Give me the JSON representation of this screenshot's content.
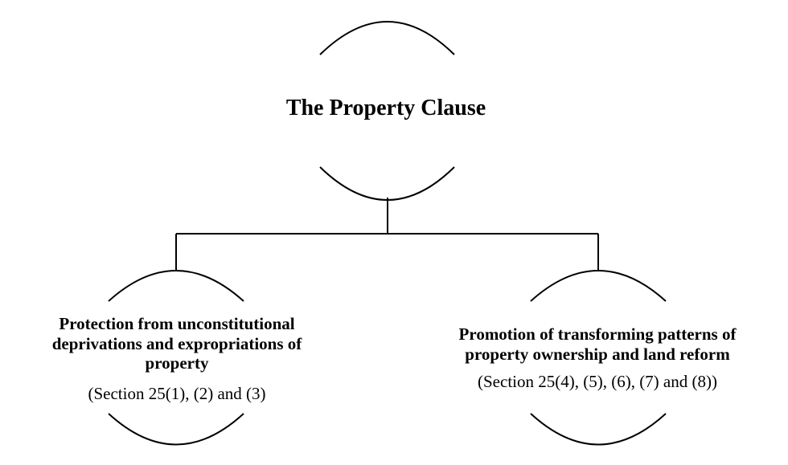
{
  "diagram": {
    "root": {
      "title": "The Property Clause"
    },
    "left": {
      "title": "Protection from unconstitutional deprivations and expropriations of property",
      "subtitle": "(Section 25(1), (2) and (3)"
    },
    "right": {
      "title": "Promotion of transforming patterns of property ownership and land reform",
      "subtitle": "(Section 25(4), (5), (6), (7) and (8))"
    },
    "colors": {
      "stroke": "#000000",
      "background": "#ffffff",
      "text": "#000000"
    }
  }
}
